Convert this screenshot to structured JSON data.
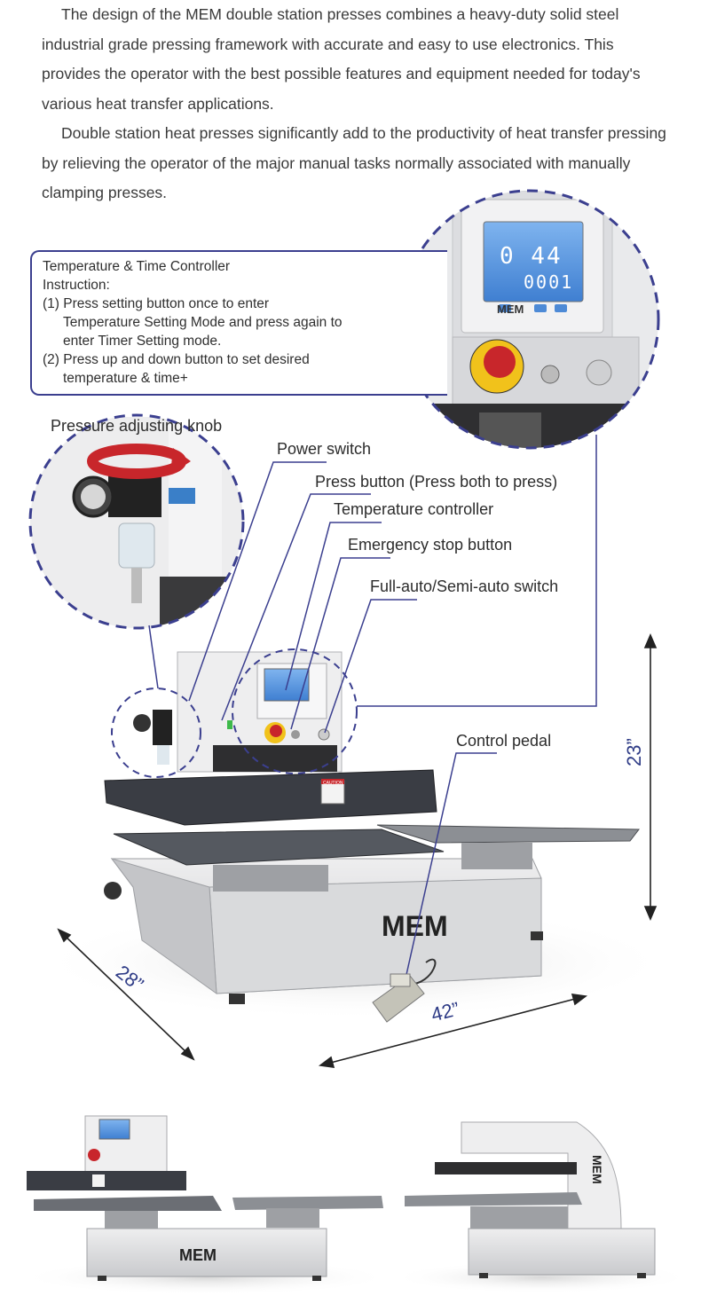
{
  "intro": {
    "p1": "The design of the MEM double station presses combines a heavy-duty solid steel industrial grade pressing framework with accurate and easy to use electronics. This provides the operator with the best possible features and equipment needed for today's various heat transfer applications.",
    "p2": "Double station heat presses significantly add to the productivity of heat transfer pressing by relieving the operator of the major manual tasks normally associated with manually clamping presses."
  },
  "controller_box": {
    "title": "Temperature & Time Controller",
    "instruction_label": "Instruction:",
    "step1_a": "(1) Press setting button once to enter",
    "step1_b": "Temperature Setting Mode and press again to",
    "step1_c": "enter Timer Setting mode.",
    "step2_a": "(2) Press up and down button to set desired",
    "step2_b": "temperature & time+"
  },
  "display": {
    "temp": "0 44",
    "time": "0001",
    "brand": "MEM"
  },
  "callouts": {
    "pressure_knob": "Pressure adjusting knob",
    "power_switch": "Power switch",
    "press_button": "Press button  (Press both to press)",
    "temp_controller": "Temperature controller",
    "emergency_stop": "Emergency stop button",
    "auto_switch": "Full-auto/Semi-auto switch",
    "control_pedal": "Control pedal"
  },
  "dimensions": {
    "height": "23”",
    "depth": "28”",
    "width": "42”"
  },
  "machine": {
    "brand": "MEM",
    "caution": "CAUTION"
  },
  "colors": {
    "accent": "#3b3f8f",
    "steel": "#d9dadc",
    "platen": "#3a3d44",
    "stop_red": "#c8262b"
  }
}
